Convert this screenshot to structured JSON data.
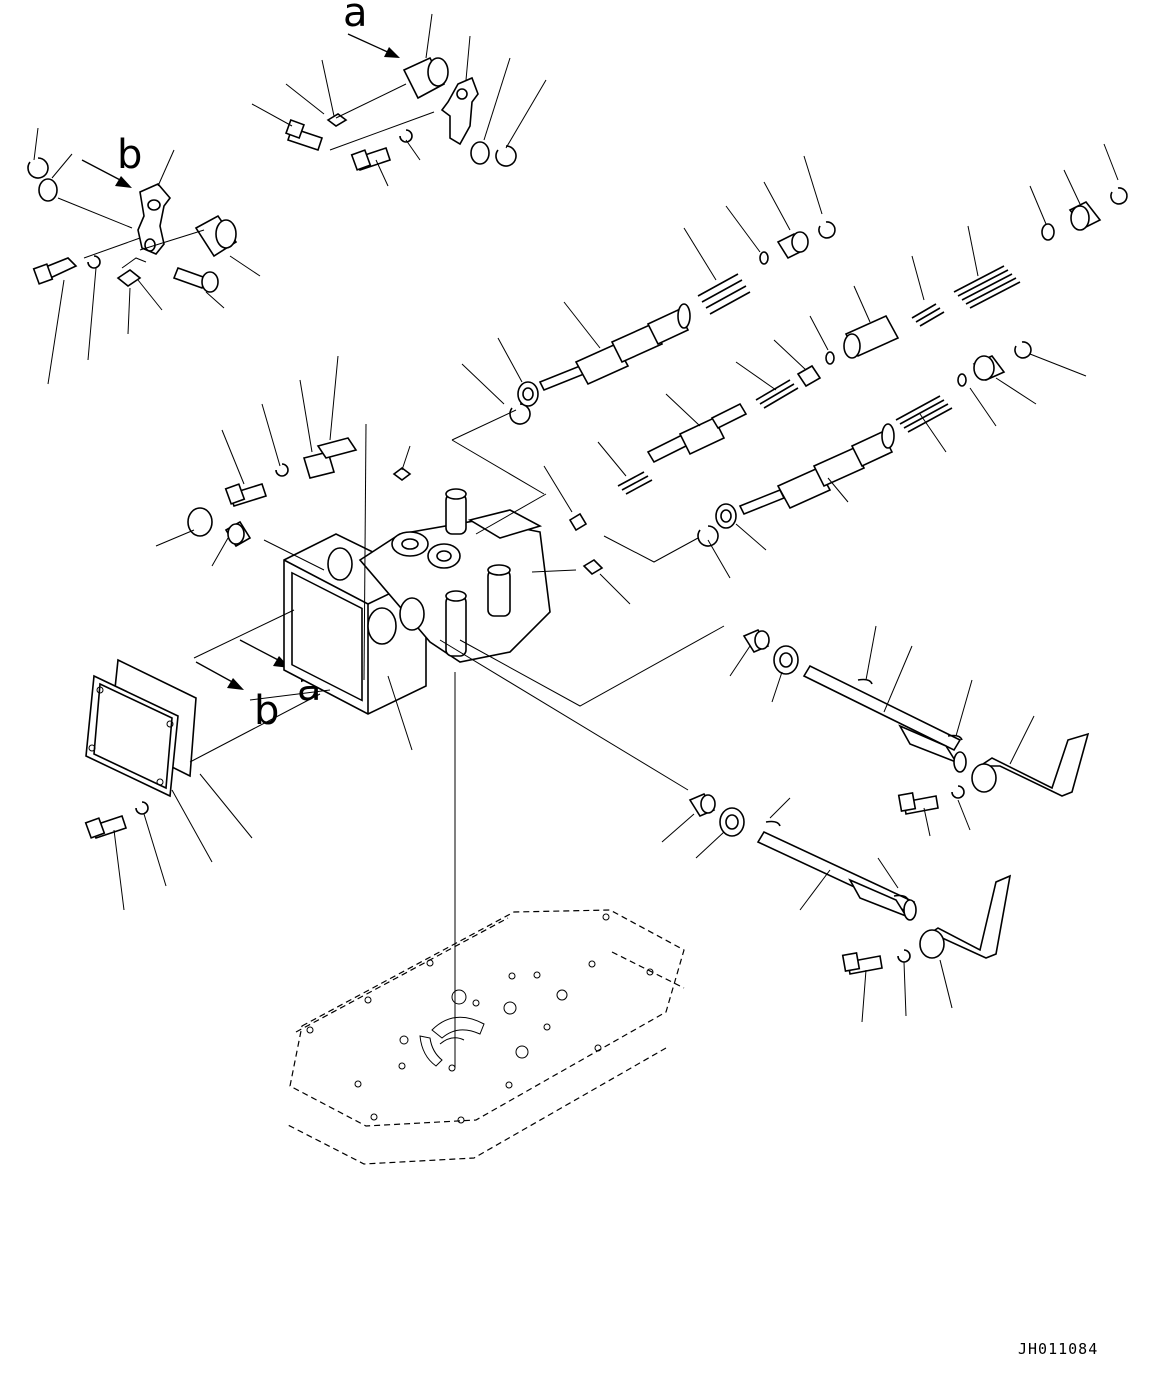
{
  "view_labels": {
    "view_a_top": "a",
    "view_b_top": "b",
    "view_a_bottom": "a",
    "view_b_bottom": "b"
  },
  "drawing_code": "JH011084"
}
